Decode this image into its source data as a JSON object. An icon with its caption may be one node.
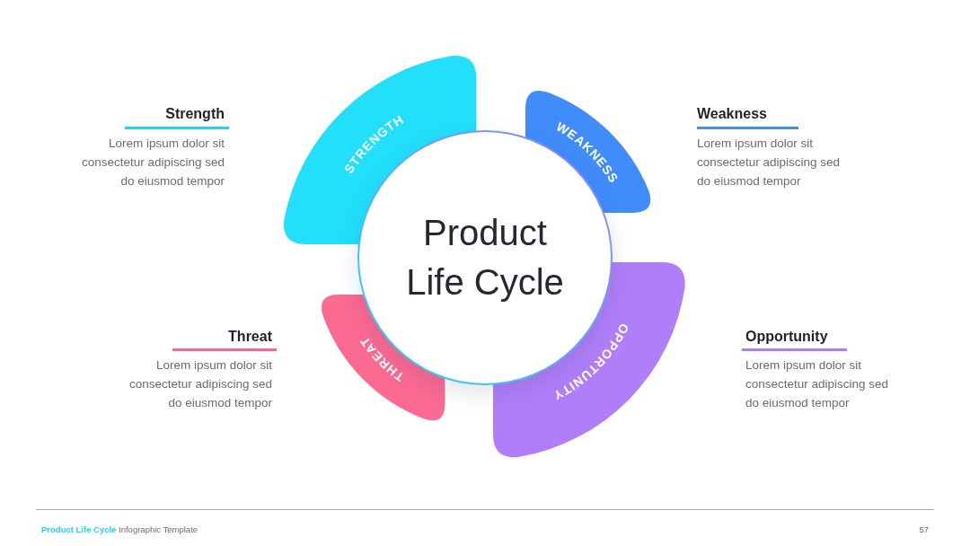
{
  "diagram": {
    "nodes": [
      {
        "text": [
          "STRENGTH"
        ]
      },
      {
        "text": [
          "WEAKNESS"
        ]
      },
      {
        "text": [
          "Product Life Cycle"
        ]
      },
      {
        "text": [
          "OPPORTUNITY"
        ]
      },
      {
        "text": [
          "THREAT"
        ]
      }
    ],
    "labels": [
      "Strength",
      "Lorem ipsum dolor sit consectetur adipiscing sed do eiusmod tempor",
      "Weakness",
      "Lorem ipsum dolor sit consectetur adipiscing sed do eiusmod tempor",
      "Threat",
      "Lorem ipsum dolor sit consectetur adipiscing sed do eiusmod tempor",
      "Opportunity",
      "Lorem ipsum dolor sit consectetur adipiscing sed do eiusmod tempor",
      "**Product Life Cycle** Infographic Template",
      "57"
    ]
  }
}
